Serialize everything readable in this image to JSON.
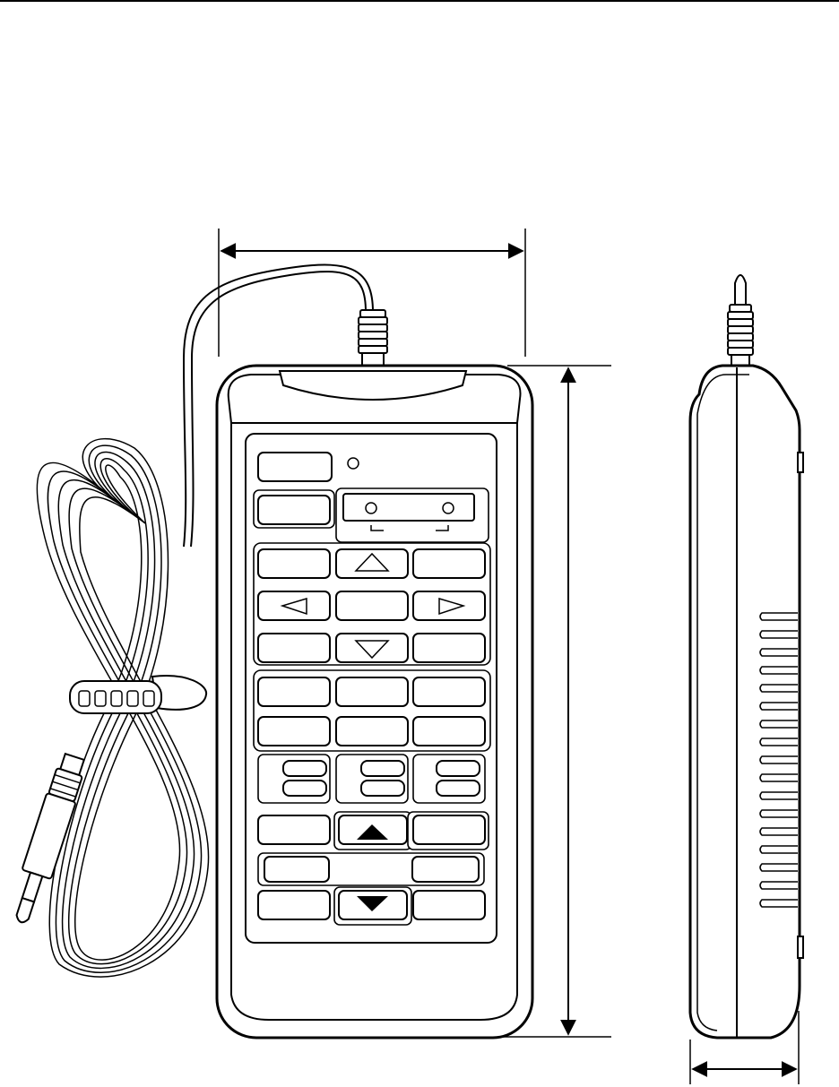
{
  "figure": {
    "views": [
      "front-view",
      "side-view"
    ],
    "accessory": "coiled-cable-with-plug",
    "dimension_arrows": [
      "width",
      "height",
      "depth"
    ],
    "icons": {
      "led": "led-indicator-icon",
      "up": "triangle-up-outline-icon",
      "down": "triangle-down-outline-icon",
      "left": "triangle-left-outline-icon",
      "right": "triangle-right-outline-icon",
      "up_filled": "triangle-up-filled-icon",
      "down_filled": "triangle-down-filled-icon"
    }
  }
}
